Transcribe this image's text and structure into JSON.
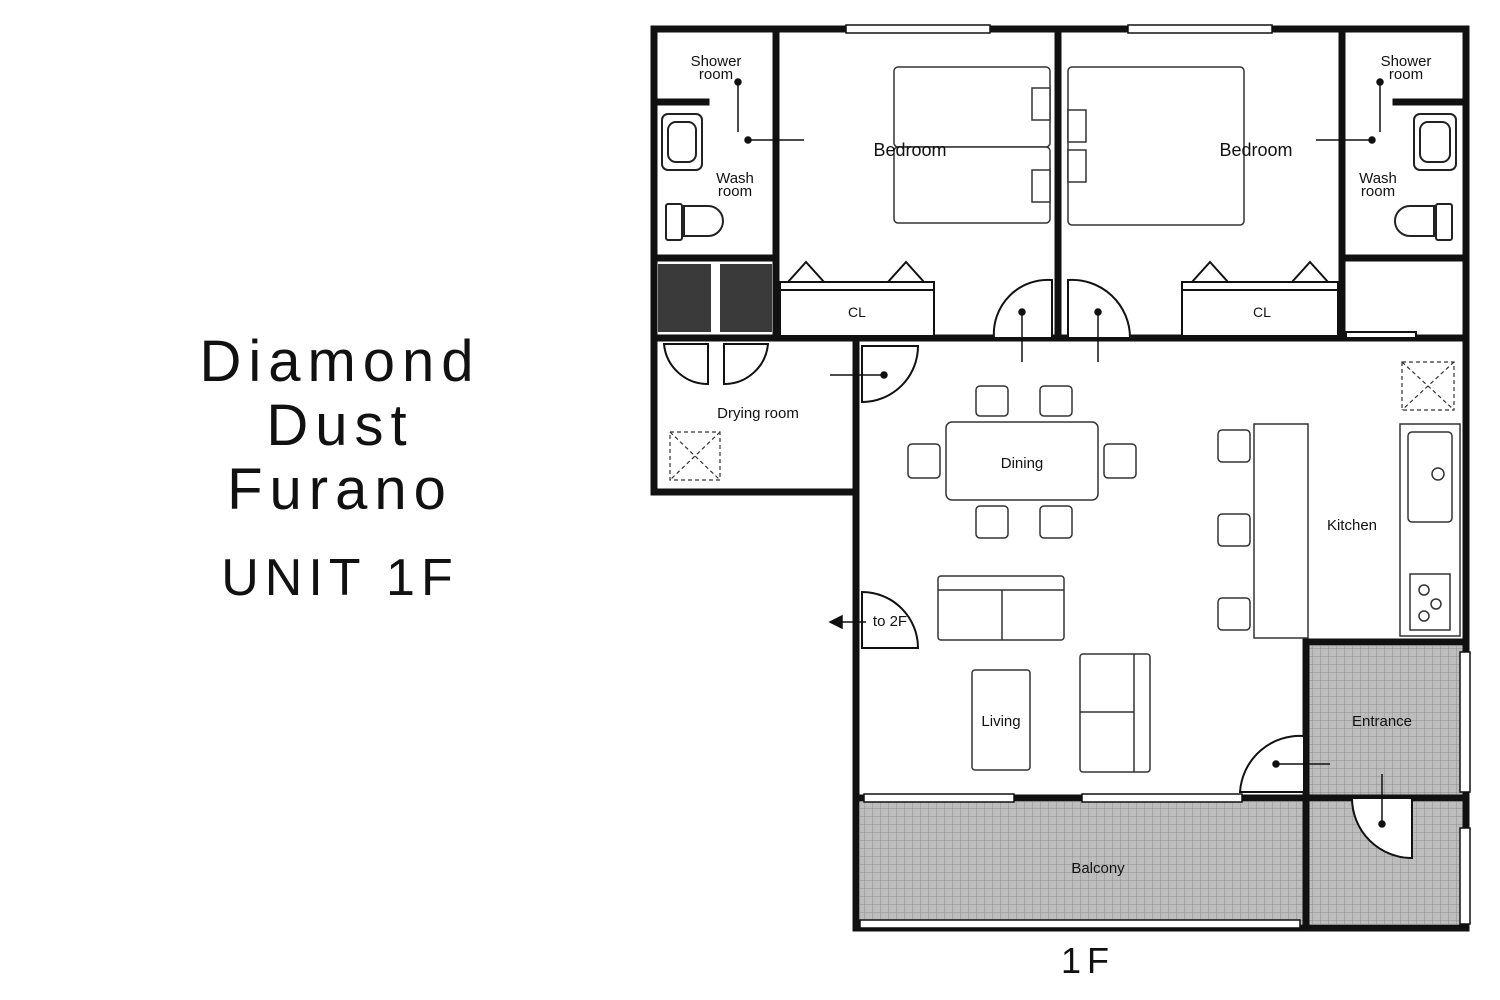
{
  "title": {
    "lines": [
      "Diamond",
      "Dust",
      "Furano"
    ],
    "unit": "UNIT 1F"
  },
  "floor_label": "1F",
  "rooms": {
    "shower_left": [
      "Shower",
      "room"
    ],
    "shower_right": [
      "Shower",
      "room"
    ],
    "wash_left": [
      "Wash",
      "room"
    ],
    "wash_right": [
      "Wash",
      "room"
    ],
    "bedroom_left": "Bedroom",
    "bedroom_right": "Bedroom",
    "closet_left": "CL",
    "closet_right": "CL",
    "drying_room": "Drying room",
    "dining": "Dining",
    "kitchen": "Kitchen",
    "living": "Living",
    "entrance": "Entrance",
    "balcony": "Balcony",
    "stairs": "to 2F"
  },
  "colors": {
    "wall": "#111111",
    "tile": "#b9b9b9",
    "tile_grid": "#8a8a8a",
    "storage": "#3a3a3a"
  }
}
